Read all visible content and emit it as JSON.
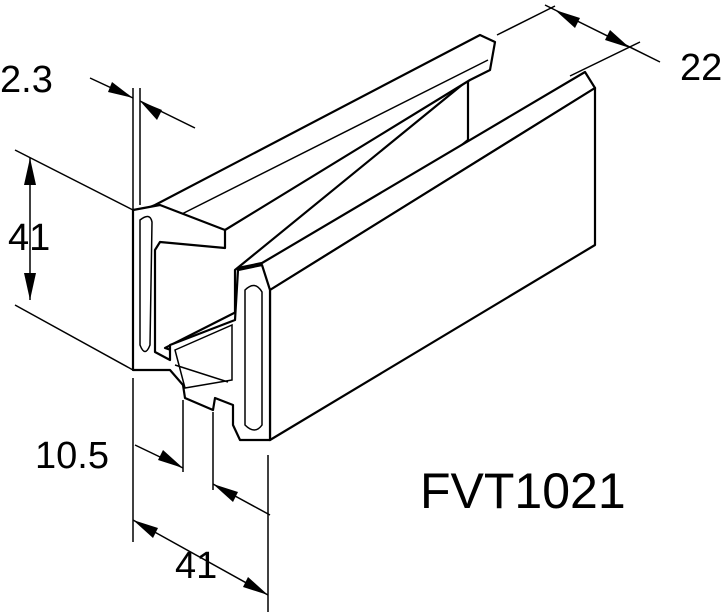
{
  "product_code": "FVT1021",
  "dimensions": {
    "lip_thickness": "2.3",
    "depth": "22",
    "height": "41",
    "slot_width": "10.5",
    "width": "41"
  }
}
